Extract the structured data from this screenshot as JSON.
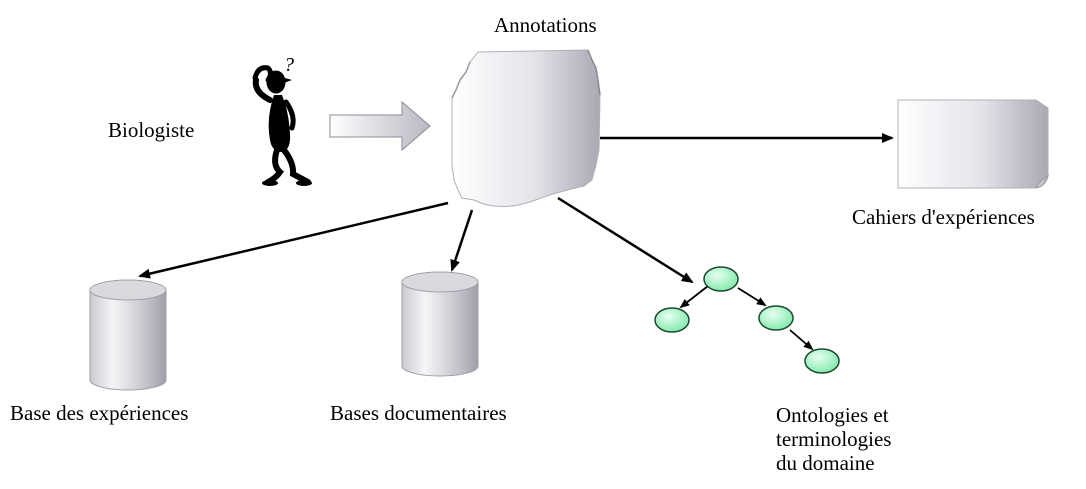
{
  "labels": {
    "annotations": "Annotations",
    "biologiste": "Biologiste",
    "cahiers": "Cahiers d'expériences",
    "base_experiences": "Base des expériences",
    "bases_documentaires": "Bases documentaires",
    "ontologies": [
      "Ontologies  et",
      "terminologies",
      "du domaine"
    ]
  },
  "colors": {
    "node_fill": "#a8f5c8",
    "node_stroke": "#1a4a2e",
    "arrow": "#000000",
    "doc_gradient_light": "#ffffff",
    "doc_gradient_dark": "#a9a9b4"
  },
  "icons": [
    "thinking-person-icon",
    "right-arrow-icon",
    "document-icon",
    "notebook-icon",
    "database-icon",
    "tree-nodes-icon"
  ]
}
